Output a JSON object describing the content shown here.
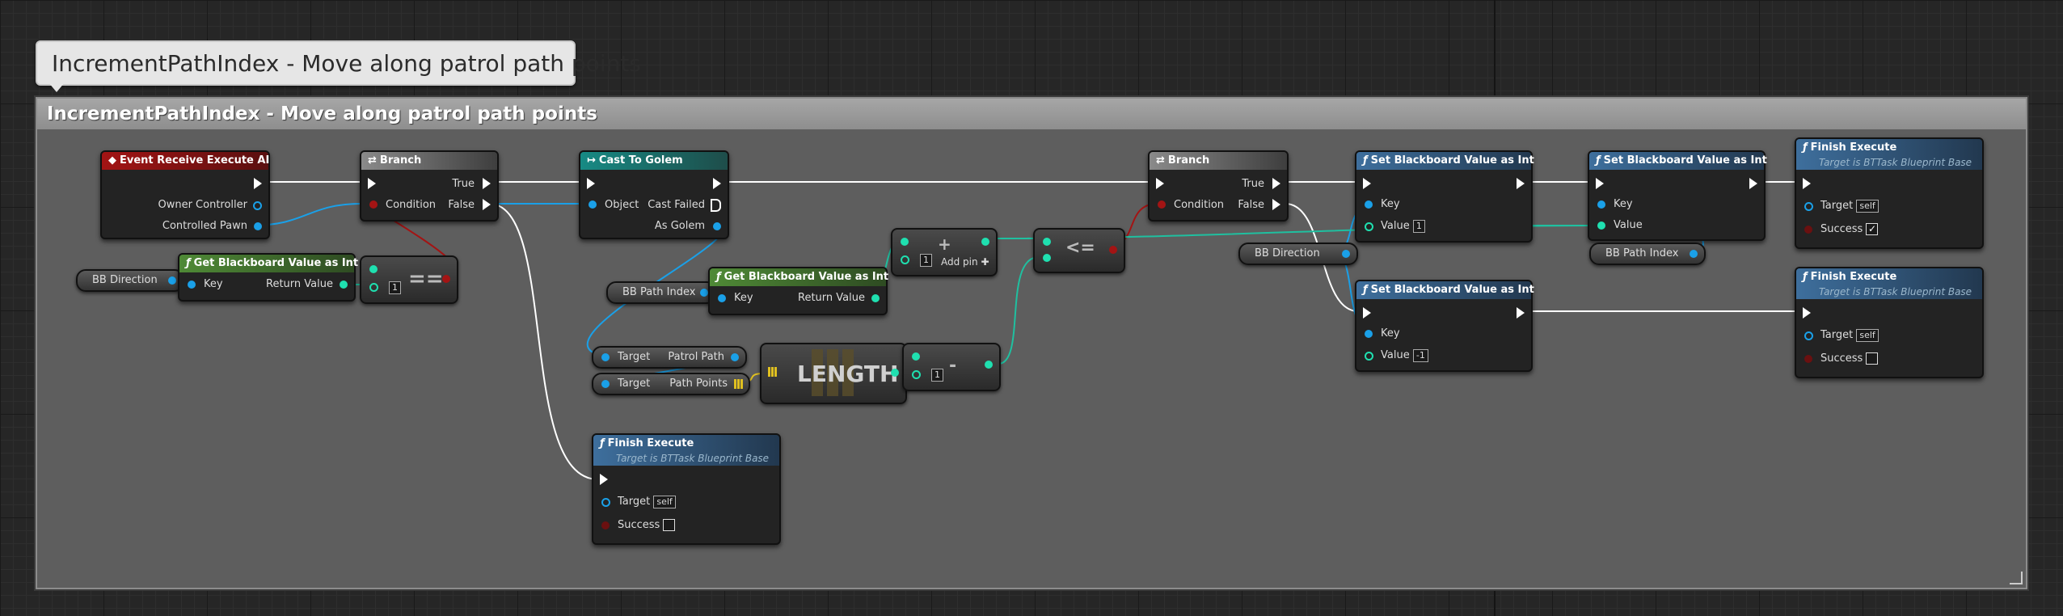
{
  "editor": {
    "bubble_text": "IncrementPathIndex - Move along patrol path points",
    "comment_title": "IncrementPathIndex - Move along patrol path points"
  },
  "colors": {
    "exec": "#ffffff",
    "object": "#1aa0e8",
    "bool": "#a31414",
    "int": "#1fe0b0",
    "struct": "#e0c020",
    "wire_int": "#1fc0a0"
  },
  "nodes": {
    "event": {
      "title": "Event Receive Execute AI",
      "pin_owner": "Owner Controller",
      "pin_pawn": "Controlled Pawn"
    },
    "branch1": {
      "title": "Branch",
      "pin_condition": "Condition",
      "pin_true": "True",
      "pin_false": "False"
    },
    "cast": {
      "title": "Cast To Golem",
      "pin_object": "Object",
      "pin_failed": "Cast Failed",
      "pin_as": "As Golem"
    },
    "branch2": {
      "title": "Branch",
      "pin_condition": "Condition",
      "pin_true": "True",
      "pin_false": "False"
    },
    "getbb1": {
      "title": "Get Blackboard Value as Int",
      "pin_key": "Key",
      "pin_ret": "Return Value"
    },
    "getbb2": {
      "title": "Get Blackboard Value as Int",
      "pin_key": "Key",
      "pin_ret": "Return Value"
    },
    "var_bbdir1": {
      "label": "BB Direction"
    },
    "var_bbpath1": {
      "label": "BB Path Index"
    },
    "var_bbdir2": {
      "label": "BB Direction"
    },
    "var_bbpath2": {
      "label": "BB Path Index"
    },
    "eq": {
      "symbol": "==",
      "value": "1"
    },
    "add": {
      "symbol": "+",
      "value": "1",
      "add_pin": "Add pin"
    },
    "le": {
      "symbol": "<="
    },
    "minus": {
      "symbol": "-",
      "value": "1"
    },
    "length": {
      "label": "LENGTH"
    },
    "patrol": {
      "target": "Target",
      "out": "Patrol Path"
    },
    "pathpts": {
      "target": "Target",
      "out": "Path Points"
    },
    "set1": {
      "title": "Set Blackboard Value as Int",
      "pin_key": "Key",
      "pin_value": "Value",
      "value": "1"
    },
    "set2": {
      "title": "Set Blackboard Value as Int",
      "pin_key": "Key",
      "pin_value": "Value",
      "value": "-1"
    },
    "set3": {
      "title": "Set Blackboard Value as Int",
      "pin_key": "Key",
      "pin_value": "Value"
    },
    "finish1": {
      "title": "Finish Execute",
      "subtitle": "Target is BTTask Blueprint Base",
      "pin_target": "Target",
      "target_val": "self",
      "pin_success": "Success",
      "success": true
    },
    "finish2": {
      "title": "Finish Execute",
      "subtitle": "Target is BTTask Blueprint Base",
      "pin_target": "Target",
      "target_val": "self",
      "pin_success": "Success",
      "success": false
    },
    "finish3": {
      "title": "Finish Execute",
      "subtitle": "Target is BTTask Blueprint Base",
      "pin_target": "Target",
      "target_val": "self",
      "pin_success": "Success",
      "success": false
    }
  }
}
